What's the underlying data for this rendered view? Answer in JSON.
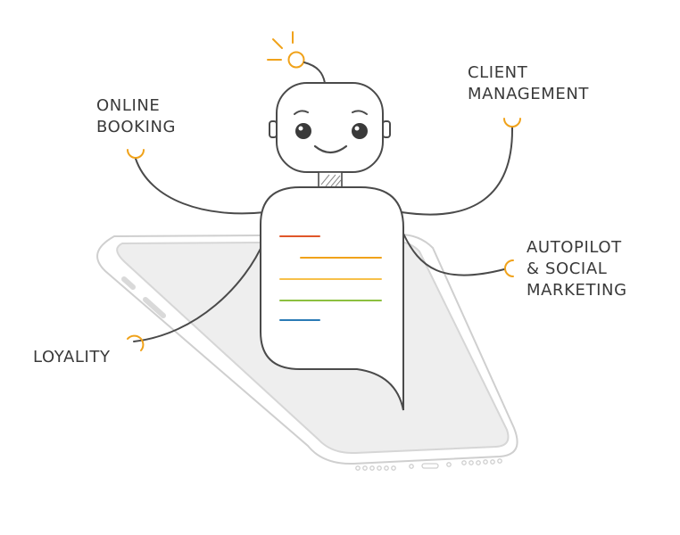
{
  "features": {
    "online_booking": [
      "ONLINE",
      "BOOKING"
    ],
    "client_management": [
      "CLIENT",
      "MANAGEMENT"
    ],
    "autopilot": [
      "AUTOPILOT",
      "& SOCIAL",
      "MARKETING"
    ],
    "loyality": "LOYALITY"
  },
  "colors": {
    "accent": "#f0a21a",
    "outline": "#4a4a4a",
    "phone_outline": "#cfcfcf",
    "screen_fill": "#eeeeee",
    "chat_lines": [
      "#e0562a",
      "#f0a21a",
      "#f7c04a",
      "#8cbf3f",
      "#2a7bb5"
    ]
  },
  "icons": {
    "bulb": "lightbulb-icon",
    "robot": "robot-mascot",
    "phone": "smartphone-illustration",
    "bubble": "chat-bubble"
  }
}
